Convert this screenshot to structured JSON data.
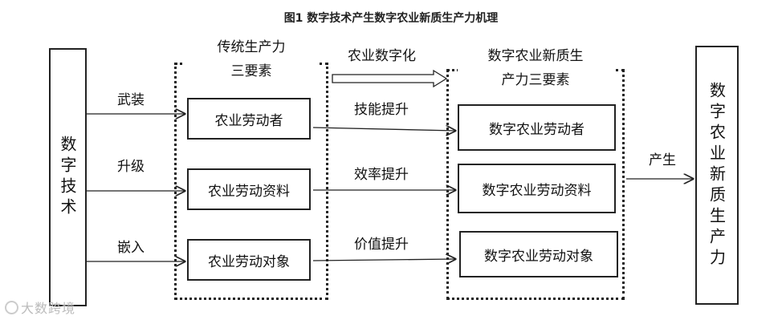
{
  "title": "图1 数字技术产生数字农业新质生产力机理",
  "left_box": "数字技术",
  "right_box": "数字农业新质生产力",
  "left_group": {
    "line1": "传统生产力",
    "line2": "三要素"
  },
  "right_group": {
    "line1": "数字农业新质生",
    "line2": "产力三要素"
  },
  "left_items": [
    "农业劳动者",
    "农业劳动资料",
    "农业劳动对象"
  ],
  "right_items": [
    "数字农业劳动者",
    "数字农业劳动资料",
    "数字农业劳动对象"
  ],
  "left_arrows": [
    "武装",
    "升级",
    "嵌入"
  ],
  "mid_arrows": [
    "技能提升",
    "效率提升",
    "价值提升"
  ],
  "transform_label": "农业数字化",
  "produce_label": "产生",
  "watermark": "大数跨境"
}
